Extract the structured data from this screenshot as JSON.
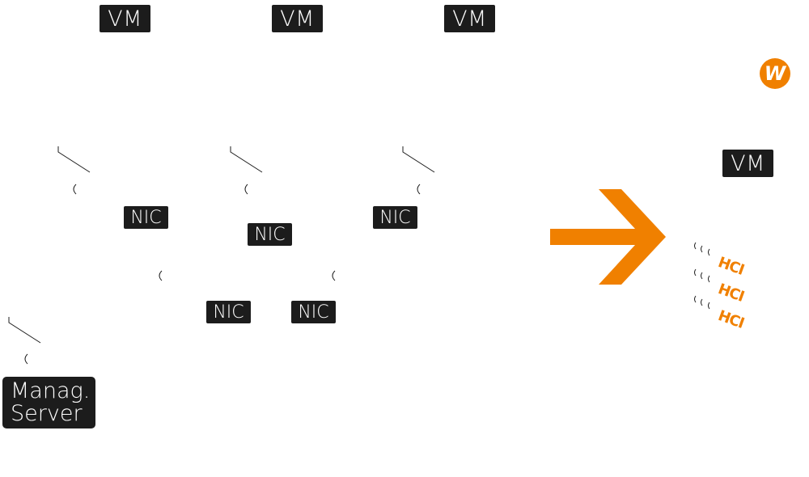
{
  "colors": {
    "accent": "#f08000",
    "label_bg": "#1c1c1c",
    "label_text": "#ffffff",
    "line": "#1c1c1c"
  },
  "vm_labels": [
    "VM",
    "VM",
    "VM"
  ],
  "nic_labels": [
    "NIC",
    "NIC",
    "NIC",
    "NIC",
    "NIC"
  ],
  "management_server": {
    "line1": "Manag.",
    "line2": "Server"
  },
  "after": {
    "vm_label": "VM",
    "hci_labels": [
      "HCI",
      "HCI",
      "HCI"
    ]
  },
  "logo": {
    "letter": "W",
    "icon": "brand-logo-icon"
  },
  "transition_icon": "arrow-right-icon"
}
